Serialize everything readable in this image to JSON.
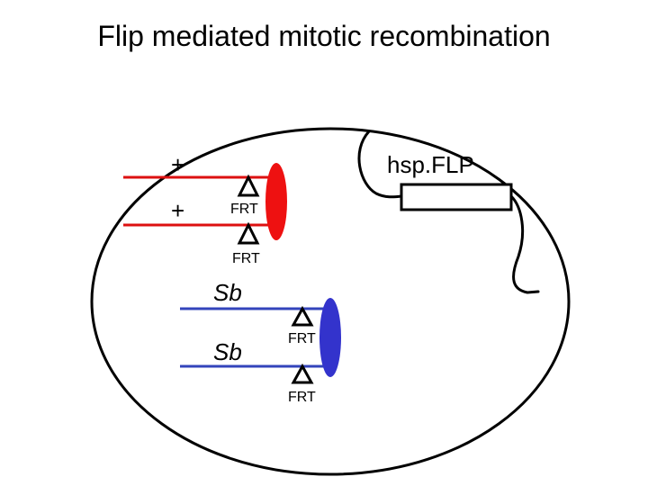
{
  "title": "Flip mediated mitotic recombination",
  "colors": {
    "background": "#ffffff",
    "outline": "#000000",
    "plus_chromosome": "#dd1111",
    "plus_centromere": "#ee1111",
    "sb_chromosome": "#3344bb",
    "sb_centromere": "#3333cc"
  },
  "upper_pair": {
    "top_label": "+",
    "bottom_label": "+",
    "frt_top": "FRT",
    "frt_bottom": "FRT"
  },
  "lower_pair": {
    "top_label": "Sb",
    "bottom_label": "Sb",
    "frt_top": "FRT",
    "frt_bottom": "FRT"
  },
  "transgene": {
    "label": "hsp.FLP"
  }
}
